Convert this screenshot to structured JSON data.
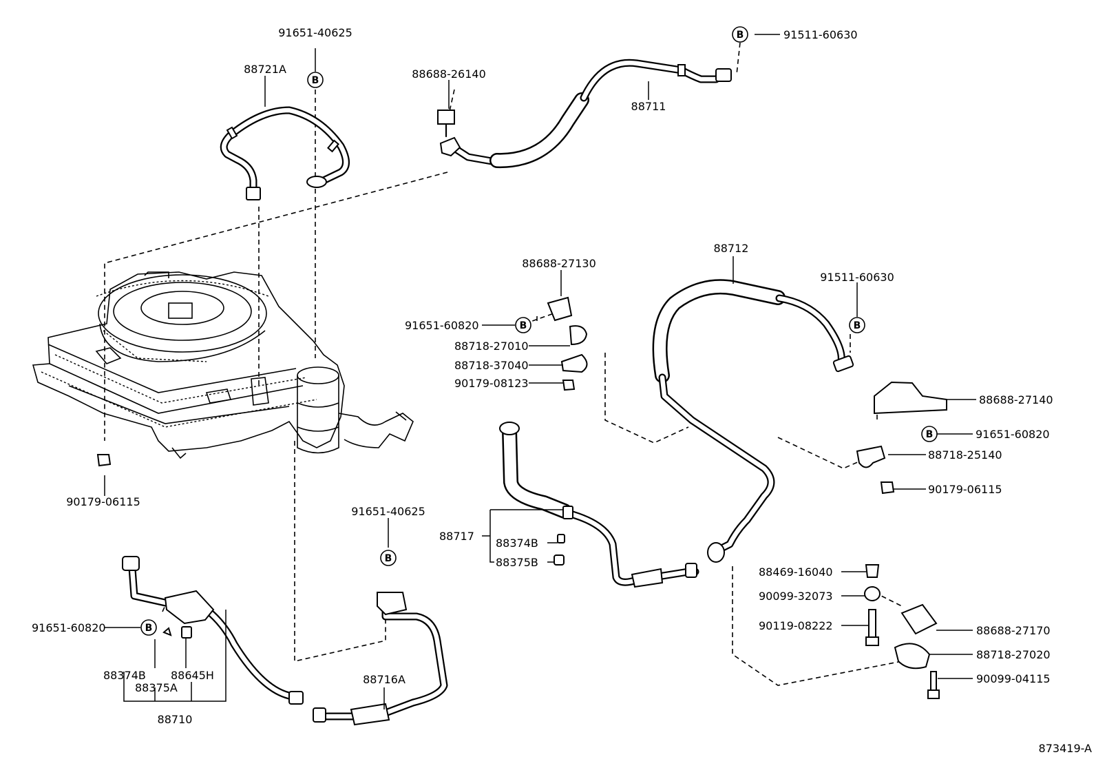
{
  "diagram_id": "873419-A",
  "circle_marker": "B",
  "parts": {
    "p91651_40625_top": "91651-40625",
    "p88721A": "88721A",
    "p88688_26140": "88688-26140",
    "p91511_60630_top": "91511-60630",
    "p88711": "88711",
    "p88688_27130": "88688-27130",
    "p91651_60820_mid": "91651-60820",
    "p88718_27010": "88718-27010",
    "p88718_37040": "88718-37040",
    "p90179_08123": "90179-08123",
    "p88712": "88712",
    "p91511_60630_right": "91511-60630",
    "p88688_27140": "88688-27140",
    "p91651_60820_right": "91651-60820",
    "p88718_25140": "88718-25140",
    "p90179_06115_right": "90179-06115",
    "p90179_06115_left": "90179-06115",
    "p91651_40625_bottom": "91651-40625",
    "p88717": "88717",
    "p88374B_mid": "88374B",
    "p88375B": "88375B",
    "p88469_16040": "88469-16040",
    "p90099_32073": "90099-32073",
    "p90119_08222": "90119-08222",
    "p88688_27170": "88688-27170",
    "p88718_27020": "88718-27020",
    "p90099_04115": "90099-04115",
    "p91651_60820_left": "91651-60820",
    "p88374B_left": "88374B",
    "p88645H": "88645H",
    "p88375A": "88375A",
    "p88710": "88710",
    "p88716A": "88716A"
  }
}
